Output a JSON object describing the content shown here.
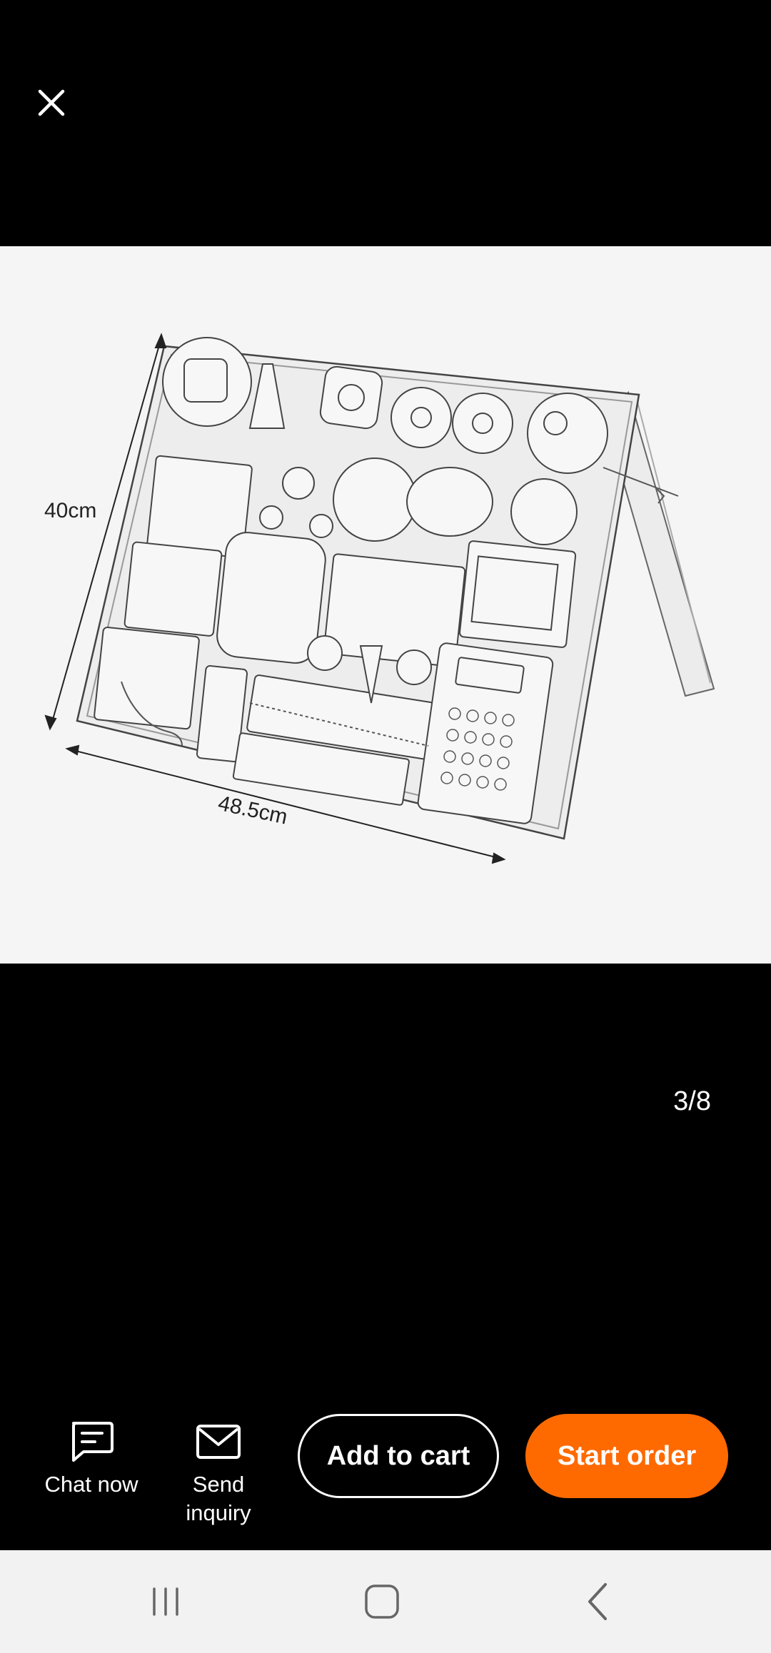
{
  "viewer": {
    "close_icon": "close-icon",
    "page_counter": "3/8"
  },
  "product_image": {
    "dimension_height": "40cm",
    "dimension_width": "48.5cm"
  },
  "actions": {
    "chat_icon": "chat-bubble-icon",
    "chat_label": "Chat now",
    "inquiry_icon": "envelope-icon",
    "inquiry_label_line1": "Send",
    "inquiry_label_line2": "inquiry",
    "add_to_cart_label": "Add to cart",
    "start_order_label": "Start order",
    "accent_color": "#ff6a00"
  },
  "system_nav": {
    "recents_icon": "recents-icon",
    "home_icon": "home-icon",
    "back_icon": "back-icon"
  }
}
